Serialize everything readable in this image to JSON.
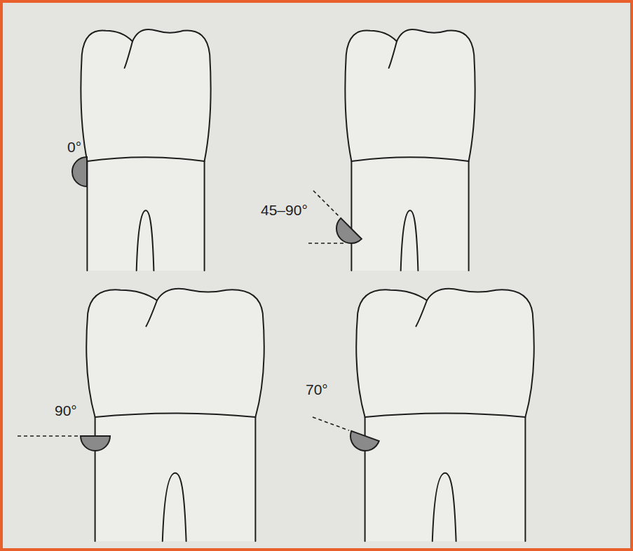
{
  "diagram": {
    "labels": [
      "0°",
      "45–90°",
      "90°",
      "70°"
    ]
  }
}
